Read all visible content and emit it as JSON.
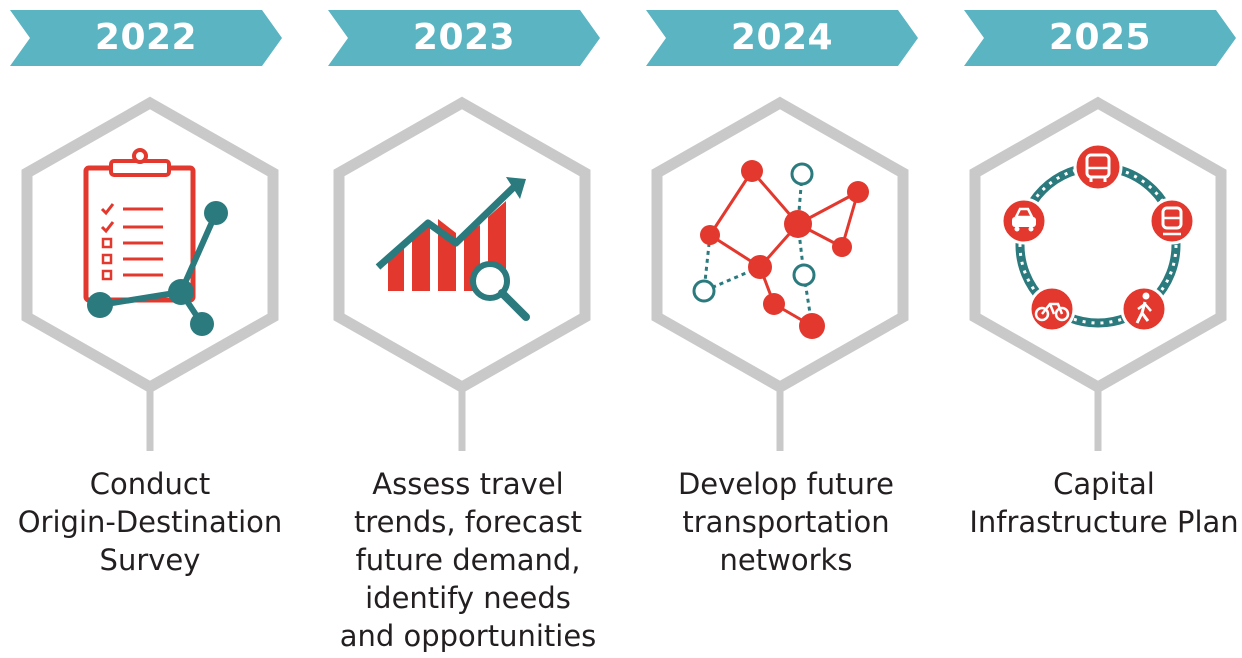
{
  "colors": {
    "banner": "#5ab4c1",
    "hexagon": "#c9c9c9",
    "red": "#e2382d",
    "teal": "#2a7a7e",
    "text": "#231f20"
  },
  "steps": [
    {
      "year": "2022",
      "icon": "clipboard-survey-icon",
      "caption_lines": [
        "Conduct",
        "Origin-Destination",
        "Survey"
      ]
    },
    {
      "year": "2023",
      "icon": "trend-chart-magnifier-icon",
      "caption_lines": [
        "Assess travel",
        "trends, forecast",
        "future demand,",
        "identify needs",
        "and opportunities"
      ]
    },
    {
      "year": "2024",
      "icon": "network-nodes-icon",
      "caption_lines": [
        "Develop future",
        "transportation",
        "networks"
      ]
    },
    {
      "year": "2025",
      "icon": "multimodal-cycle-icon",
      "caption_lines": [
        "Capital",
        "Infrastructure Plan"
      ]
    }
  ]
}
